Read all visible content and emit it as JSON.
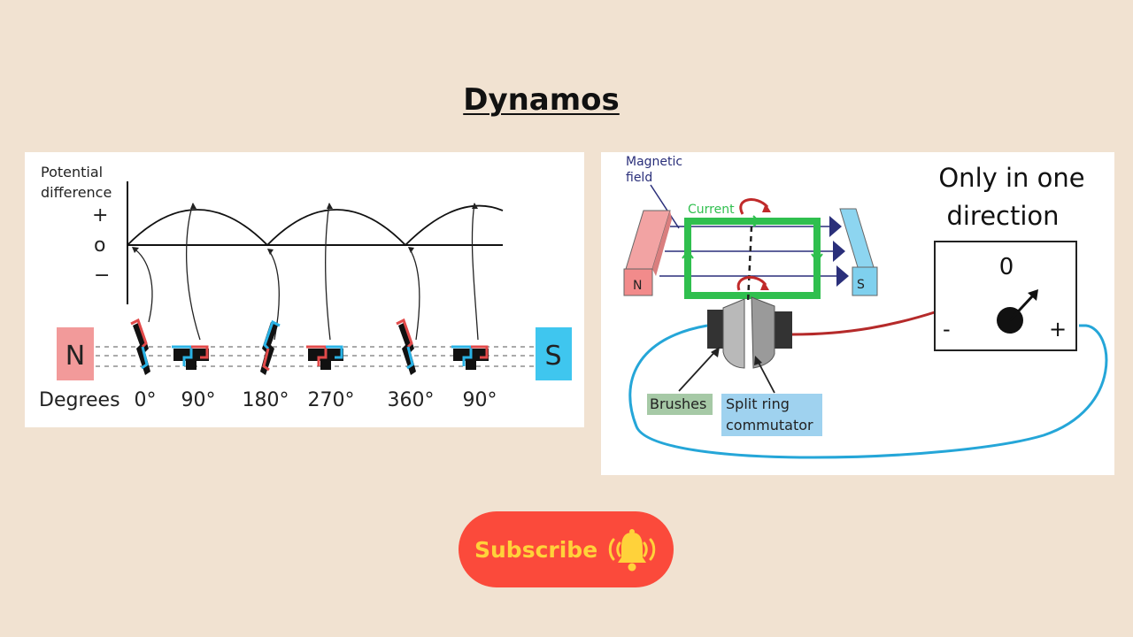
{
  "page": {
    "title": "Dynamos"
  },
  "graph": {
    "y_label_line1": "Potential",
    "y_label_line2": "difference",
    "plus": "+",
    "zero": "o",
    "minus": "−",
    "magnet_north": "N",
    "magnet_south": "S",
    "degrees_label": "Degrees",
    "degrees": [
      "0°",
      "90°",
      "180°",
      "270°",
      "360°",
      "90°"
    ]
  },
  "dynamo": {
    "magnetic_field_line1": "Magnetic",
    "magnetic_field_line2": "field",
    "current": "Current",
    "magnet_north": "N",
    "magnet_south": "S",
    "direction_line1": "Only in one",
    "direction_line2": "direction",
    "meter_zero": "0",
    "meter_minus": "-",
    "meter_plus": "+",
    "brushes": "Brushes",
    "split_ring_line1": "Split ring",
    "split_ring_line2": "commutator"
  },
  "subscribe": {
    "label": "Subscribe"
  },
  "colors": {
    "background": "#f1e2d1",
    "button": "#fb4a3b",
    "button_text": "#ffd23a",
    "north": "#f28b8b",
    "south": "#7fd0ee",
    "coil": "#2fbf4e",
    "field_lines": "#2a2f7a",
    "wire_red": "#b52a2a",
    "wire_blue": "#25a6d8",
    "brushes_box": "#a6c9a6",
    "commutator_box": "#9fd2ef"
  }
}
